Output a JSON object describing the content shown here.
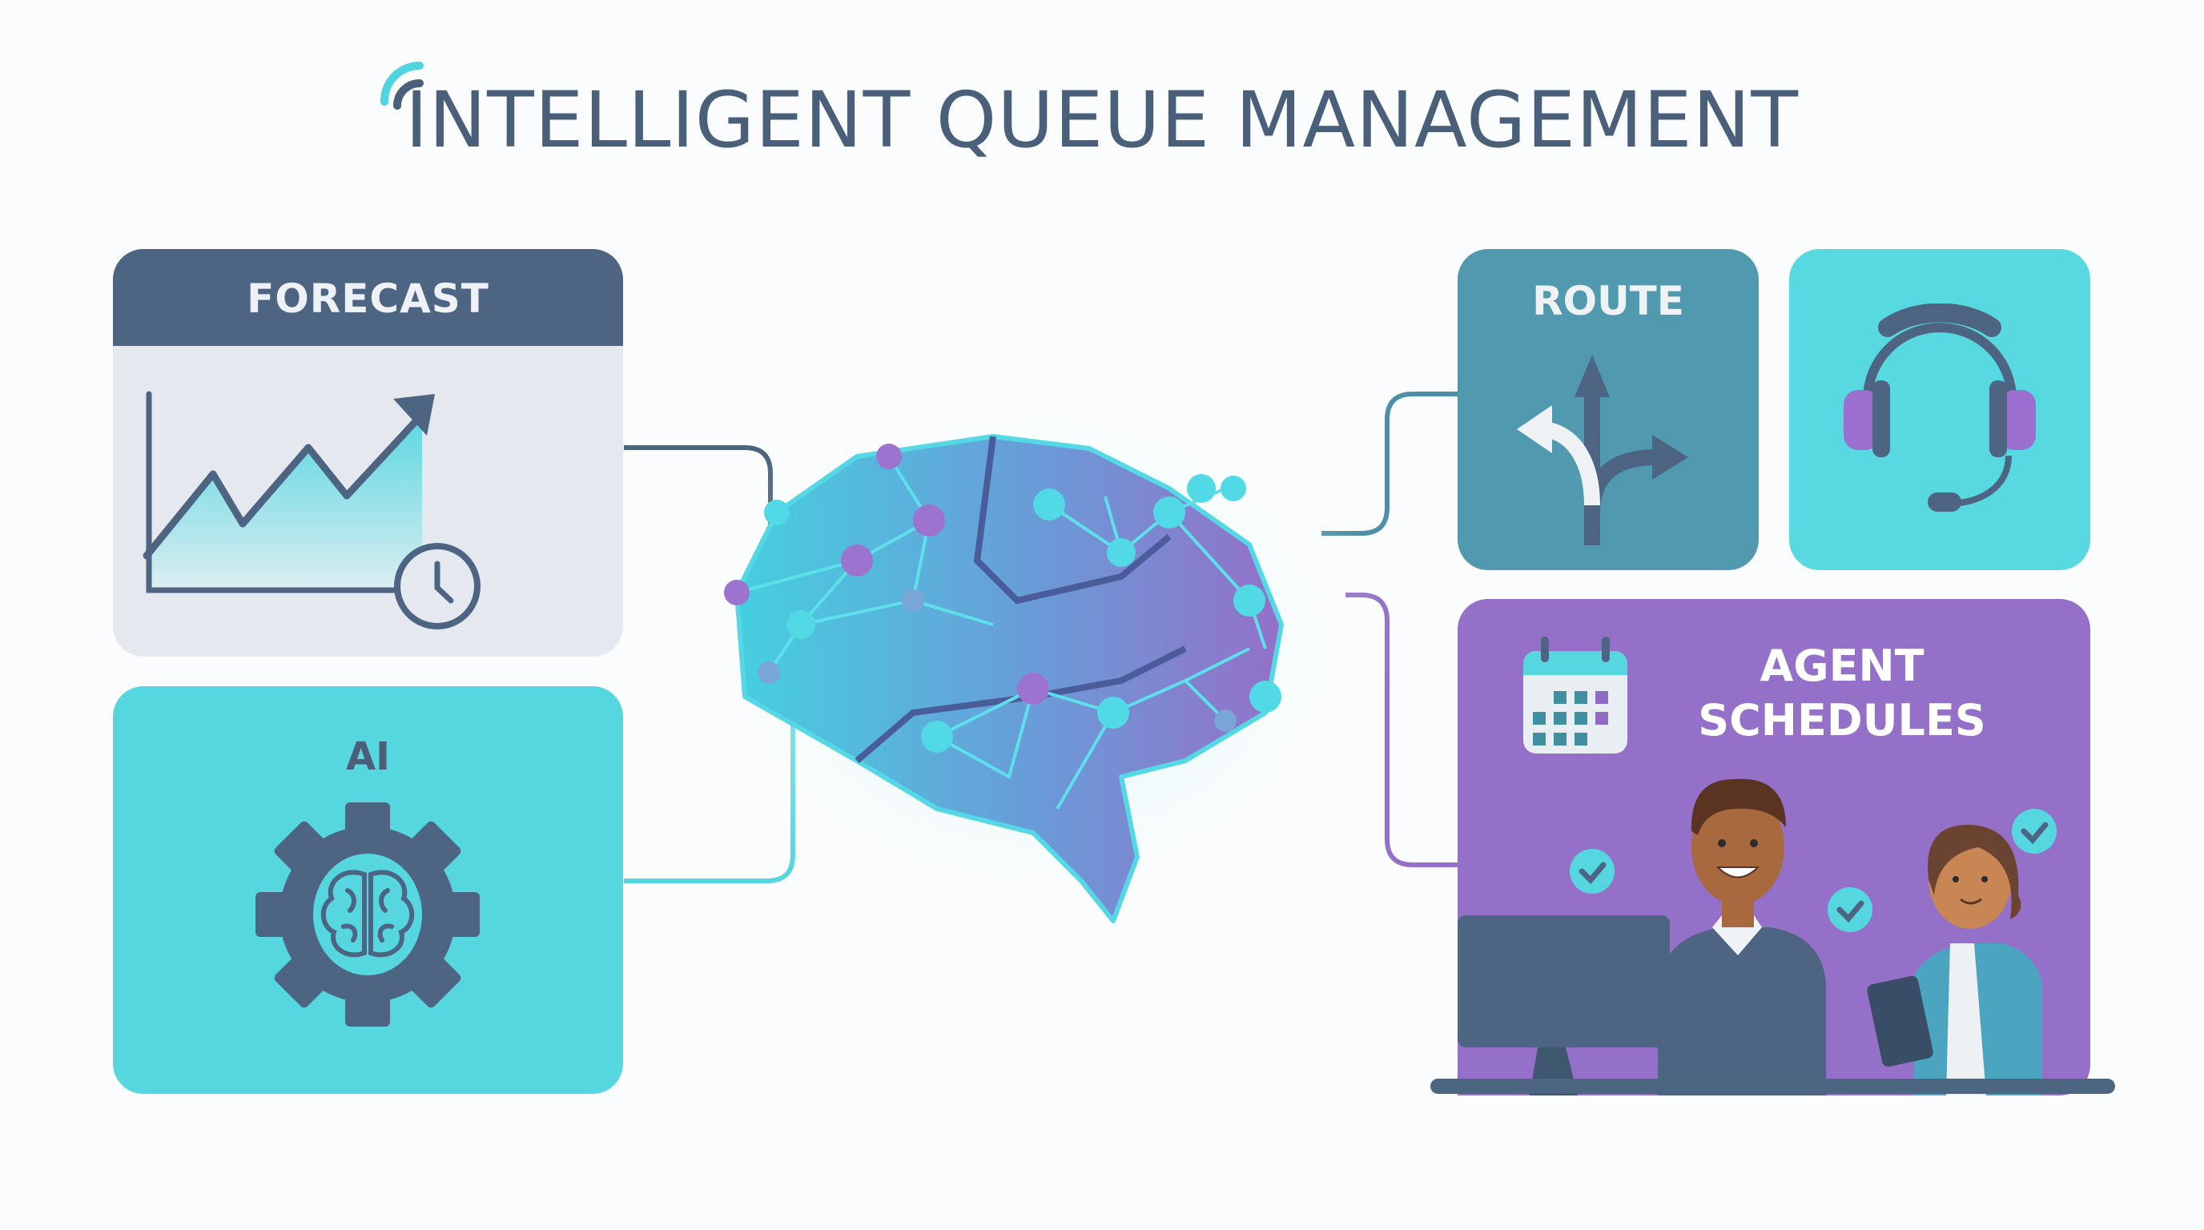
{
  "title": {
    "text": "INTELLIGENT QUEUE MANAGEMENT",
    "icon": "signal-waves-icon",
    "color": "#4a5f7a"
  },
  "center": {
    "icon": "neural-network-brain-icon",
    "colors": {
      "teal": "#4fd5e0",
      "purple": "#9470c8"
    }
  },
  "cards": {
    "forecast": {
      "label": "FORECAST",
      "icon": "trend-chart-with-clock-icon",
      "header_color": "#4d6582",
      "body_color": "#e5e8ee"
    },
    "ai": {
      "label": "AI",
      "icon": "gear-brain-icon",
      "color": "#56d7e0"
    },
    "route": {
      "label": "ROUTE",
      "icon": "branching-arrows-icon",
      "color": "#5199ae"
    },
    "headset": {
      "label": "",
      "icon": "headset-icon",
      "color": "#58d8e1"
    },
    "agent_schedules": {
      "label_line1": "AGENT",
      "label_line2": "SCHEDULES",
      "icon": "calendar-icon",
      "illustration": "two-agents-at-desk-with-checkmarks",
      "color": "#9470c8"
    }
  },
  "connectors": [
    {
      "from": "forecast",
      "to": "brain",
      "color": "#4a6580"
    },
    {
      "from": "ai",
      "to": "brain",
      "color": "#56d7e0"
    },
    {
      "from": "brain",
      "to": "route",
      "color": "#4f8fa5"
    },
    {
      "from": "brain",
      "to": "agent_schedules",
      "color": "#9470c8"
    }
  ]
}
